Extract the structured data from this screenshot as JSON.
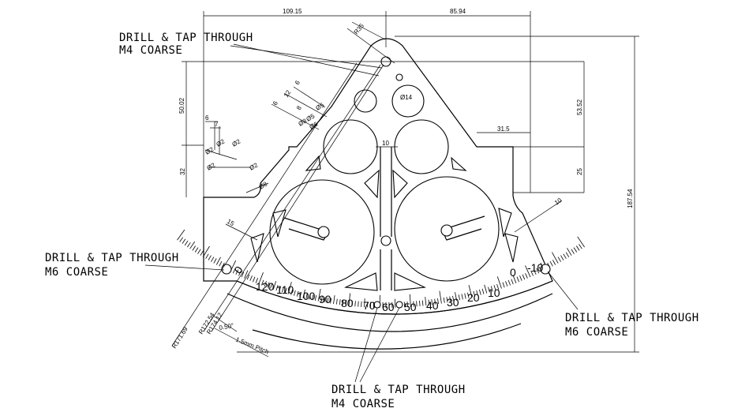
{
  "notes": {
    "m4_top": [
      "DRILL & TAP THROUGH",
      "M4 COARSE"
    ],
    "m6_left": [
      "DRILL & TAP THROUGH",
      "M6 COARSE"
    ],
    "m6_right": [
      "DRILL & TAP THROUGH",
      "M6 COARSE"
    ],
    "m4_bottom": [
      "DRILL & TAP THROUGH",
      "M4 COARSE"
    ]
  },
  "dimensions": {
    "top_left": "109.15",
    "top_right": "85.94",
    "r_top": "R35",
    "left_height": "50.02",
    "right_height": "53.52",
    "width_315": "31.5",
    "small_25": "25",
    "overall_height": "187.54",
    "small_32": "32",
    "small_6": "6",
    "small_7": "7",
    "small_10": "10",
    "dia14": "Ø14",
    "left_15": "15",
    "right_10": "10",
    "r171": "R171.69",
    "r172": "R172.54",
    "r174": "R174.12",
    "angle": "0.50°",
    "pitch": "1.5mm Pitch",
    "d2": "Ø2",
    "d5": "Ø5",
    "d6": "Ø6",
    "d8": "Ø8",
    "n6": "6",
    "n12": "12",
    "n8": "8"
  },
  "scale_labels": [
    "120",
    "110",
    "100",
    "90",
    "80",
    "70",
    "60",
    "50",
    "40",
    "30",
    "20",
    "10",
    "0",
    "-10"
  ],
  "scale_partial": "0"
}
